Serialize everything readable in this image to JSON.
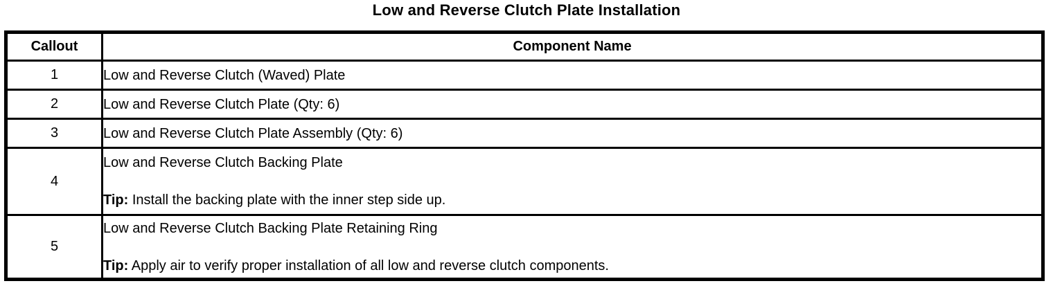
{
  "title": "Low and Reverse Clutch Plate Installation",
  "table": {
    "headers": [
      "Callout",
      "Component Name"
    ],
    "rows": [
      {
        "callout": "1",
        "name": "Low and Reverse Clutch (Waved) Plate"
      },
      {
        "callout": "2",
        "name": "Low and Reverse Clutch Plate (Qty: 6)"
      },
      {
        "callout": "3",
        "name": "Low and Reverse Clutch Plate Assembly (Qty: 6)"
      },
      {
        "callout": "4",
        "name": "Low and Reverse Clutch Backing Plate",
        "tip_label": "Tip:",
        "tip_text": " Install the backing plate with the inner step side up."
      },
      {
        "callout": "5",
        "name": "Low and Reverse Clutch Backing Plate Retaining Ring",
        "tip_label": "Tip:",
        "tip_text": " Apply air to verify proper installation of all low and reverse clutch components."
      }
    ]
  },
  "colors": {
    "text": "#000000",
    "border": "#000000",
    "background": "#ffffff"
  }
}
